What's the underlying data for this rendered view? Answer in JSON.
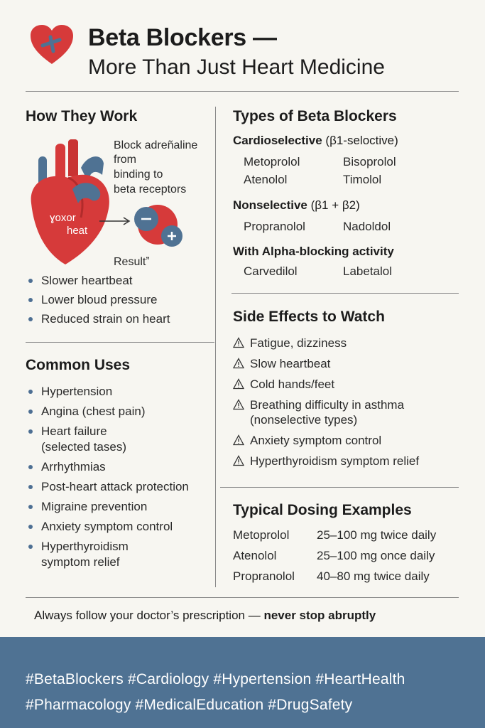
{
  "title": {
    "line1": "Beta Blockers —",
    "line2": "More Than Just Heart Medicine"
  },
  "colors": {
    "accent_blue": "#4f7293",
    "heart_red": "#d63a3a",
    "text": "#1c1c1c"
  },
  "how_they_work": {
    "heading": "How They Work",
    "mechanism_text": [
      "Block adreñaline",
      "from",
      "binding to",
      "beta receptors"
    ],
    "heart_label": [
      "ɣoxor",
      "heat"
    ],
    "result_label": "Resultˮ",
    "results": [
      "Slower heartbeat",
      "Lower bloud pressure",
      "Reduced strain on  heart"
    ]
  },
  "common_uses": {
    "heading": "Common Uses",
    "items": [
      [
        "Hypertension"
      ],
      [
        "Angina (chest pain)"
      ],
      [
        "Heart failure",
        "(selected tases)"
      ],
      [
        "Arrhythmias"
      ],
      [
        "Post-heart attack protection"
      ],
      [
        "Migraine prevention"
      ],
      [
        "Anxiety symptom control"
      ],
      [
        "Hyperthyroidism",
        "symptom relief"
      ]
    ]
  },
  "types": {
    "heading": "Types of Beta Blockers",
    "cardioselective": {
      "label": "Cardioselective",
      "suffix": " (β1-seloctive)",
      "drugs": [
        "Metoprolol",
        "Bisoprolol",
        "Atenolol",
        "Timolol"
      ]
    },
    "nonselective": {
      "label": "Nonselective",
      "suffix": " (β1 + β2)",
      "drugs": [
        "Propranolol",
        "Nadoldol"
      ]
    },
    "alpha": {
      "label": "With Alpha-blocking activity",
      "drugs": [
        "Carvedilol",
        "Labetalol"
      ]
    }
  },
  "side_effects": {
    "heading": "Side Effects to Watch",
    "items": [
      [
        "Fatigue, dizziness"
      ],
      [
        "Slow heartbeat"
      ],
      [
        "Cold hands/feet"
      ],
      [
        "Breathing difficulty in asthma",
        "(nonselective types)"
      ],
      [
        "Anxiety symptom control"
      ],
      [
        "Hyperthyroidism symptom relief"
      ]
    ]
  },
  "dosing": {
    "heading": "Typical Dosing Examples",
    "rows": [
      {
        "drug": "Metoprolol",
        "dose": "25–100 mg twice daily"
      },
      {
        "drug": "Atenolol",
        "dose": "25–100 mg once daily"
      },
      {
        "drug": "Propranolol",
        "dose": "40–80 mg twice daily"
      }
    ]
  },
  "footer": {
    "note_regular": "Always follow your doctor’s prescription — ",
    "note_bold": "never stop abruptly",
    "hashtags_line1": "#BetaBlockers #Cardiology #Hypertension #HeartHealth",
    "hashtags_line2": "#Pharmacology #MedicalEducation #DrugSafety"
  }
}
